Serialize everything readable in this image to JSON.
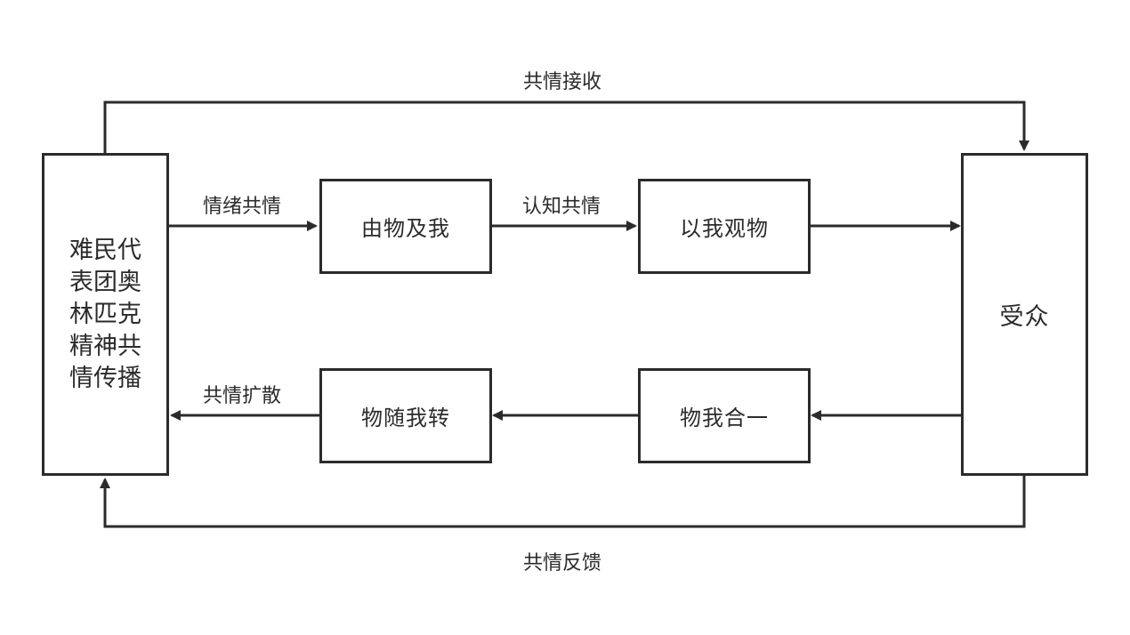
{
  "nodes": {
    "source": "难民代表团奥林匹克精神共情传播",
    "audience": "受众",
    "object_to_self": "由物及我",
    "self_view_object": "以我观物",
    "object_self_unity": "物我合一",
    "object_follow_self": "物随我转"
  },
  "edges": {
    "empathy_reception": "共情接收",
    "emotional_empathy": "情绪共情",
    "cognitive_empathy": "认知共情",
    "empathy_diffusion": "共情扩散",
    "empathy_feedback": "共情反馈"
  },
  "colors": {
    "stroke": "#2b2b2b",
    "background": "#ffffff"
  }
}
